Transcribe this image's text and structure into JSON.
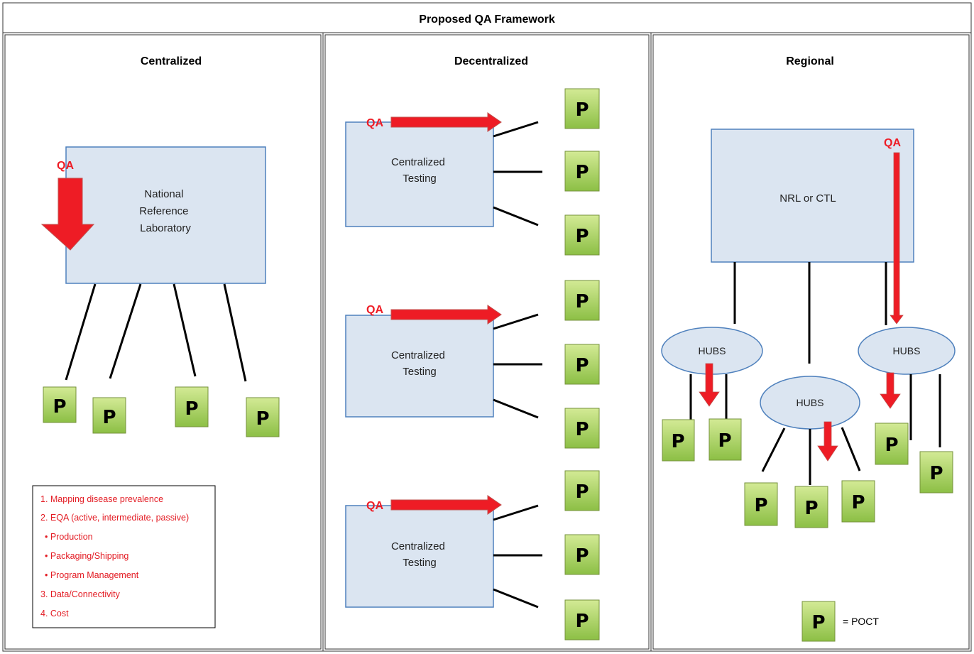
{
  "title": "Proposed QA Framework",
  "panels": {
    "centralized": {
      "heading": "Centralized",
      "lab_label": [
        "National",
        "Reference",
        "Laboratory"
      ],
      "qa_label": "QA",
      "notes": [
        "1. Mapping disease prevalence",
        "2. EQA (active, intermediate, passive)",
        "• Production",
        "• Packaging/Shipping",
        "• Program Management",
        "3. Data/Connectivity",
        "4. Cost"
      ]
    },
    "decentralized": {
      "heading": "Decentralized",
      "qa_label": "QA",
      "testing_label": [
        "Centralized",
        "Testing"
      ]
    },
    "regional": {
      "heading": "Regional",
      "lab_label": "NRL or CTL",
      "qa_label": "QA",
      "hub_label": "HUBS",
      "legend_label": "= POCT"
    }
  },
  "poct_symbol": "P",
  "colors": {
    "box_fill": "#dbe5f1",
    "box_stroke": "#4f81bd",
    "arrow_red": "#ee1c25",
    "notes_red": "#e31b23",
    "poct_green_light": "#c3e07f",
    "poct_green_dark": "#8cbf45",
    "poct_stroke": "#76923c"
  }
}
